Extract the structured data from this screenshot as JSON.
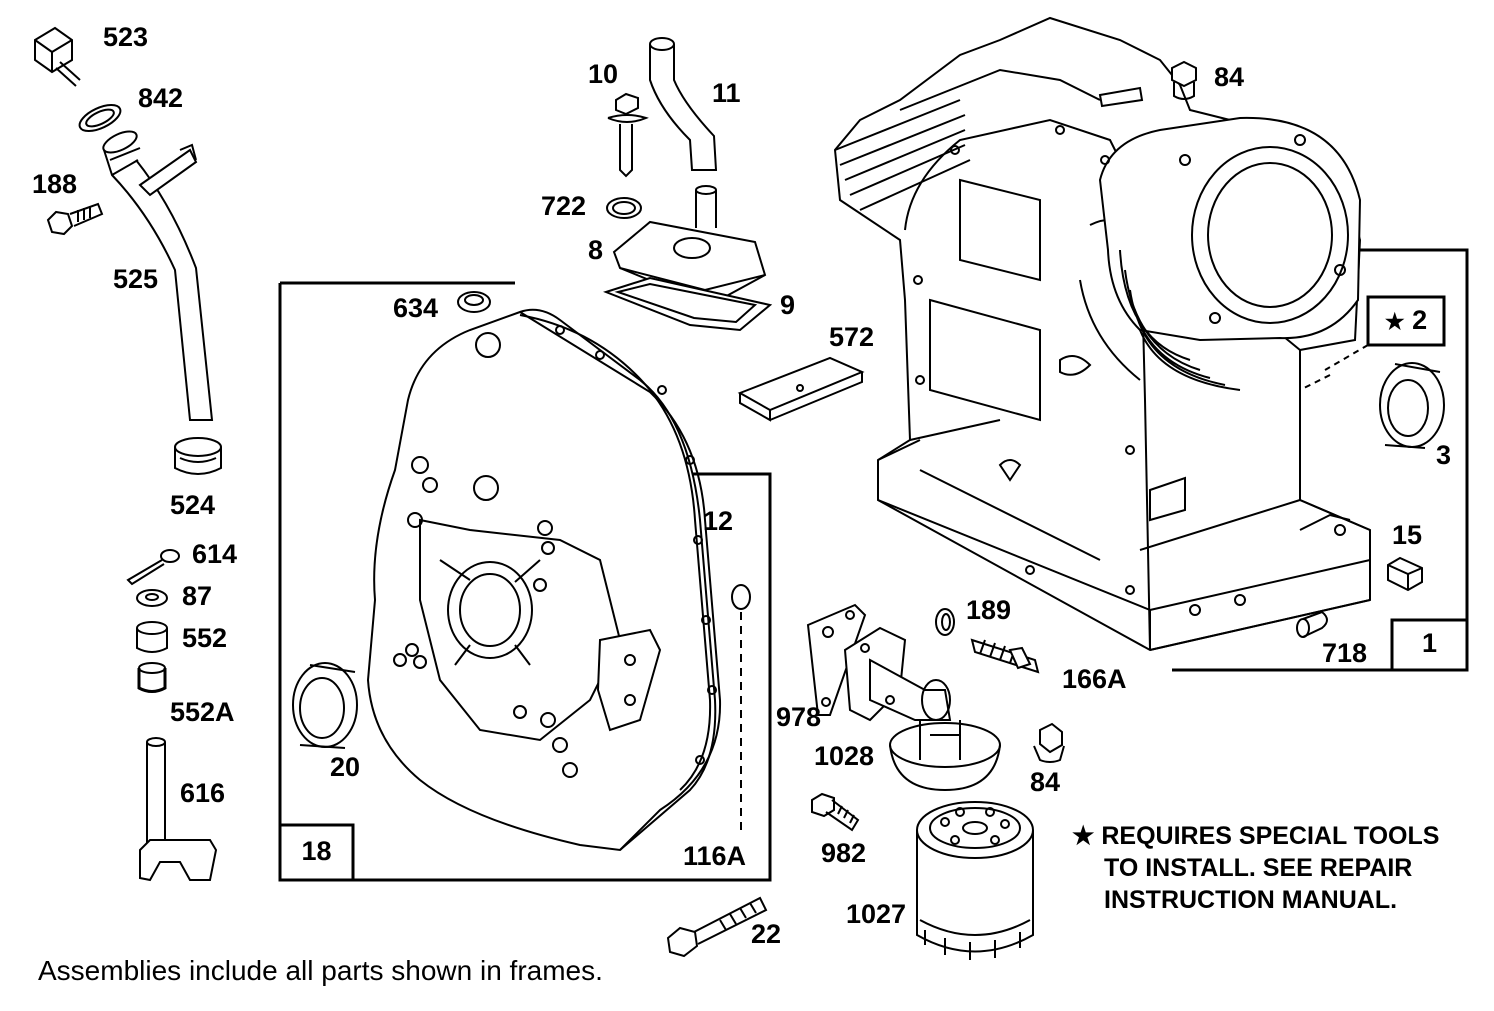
{
  "labels": {
    "p523": "523",
    "p842": "842",
    "p188": "188",
    "p525": "525",
    "p524": "524",
    "p614": "614",
    "p87": "87",
    "p552": "552",
    "p552a": "552A",
    "p616": "616",
    "p10": "10",
    "p11": "11",
    "p722": "722",
    "p8": "8",
    "p9": "9",
    "p634": "634",
    "p572": "572",
    "p12": "12",
    "p20": "20",
    "p116a": "116A",
    "p22": "22",
    "p84_top": "84",
    "p3": "3",
    "p15": "15",
    "p718": "718",
    "p189": "189",
    "p166a": "166A",
    "p978": "978",
    "p1028": "1028",
    "p84_bottom": "84",
    "p982": "982",
    "p1027": "1027"
  },
  "frames": {
    "f18": "18",
    "f1": "1",
    "f2_star": "★",
    "f2": "2"
  },
  "note": {
    "star": "★",
    "line1": "REQUIRES SPECIAL TOOLS",
    "line2": "TO INSTALL.  SEE REPAIR",
    "line3": "INSTRUCTION MANUAL."
  },
  "footer": "Assemblies include all parts shown in frames."
}
